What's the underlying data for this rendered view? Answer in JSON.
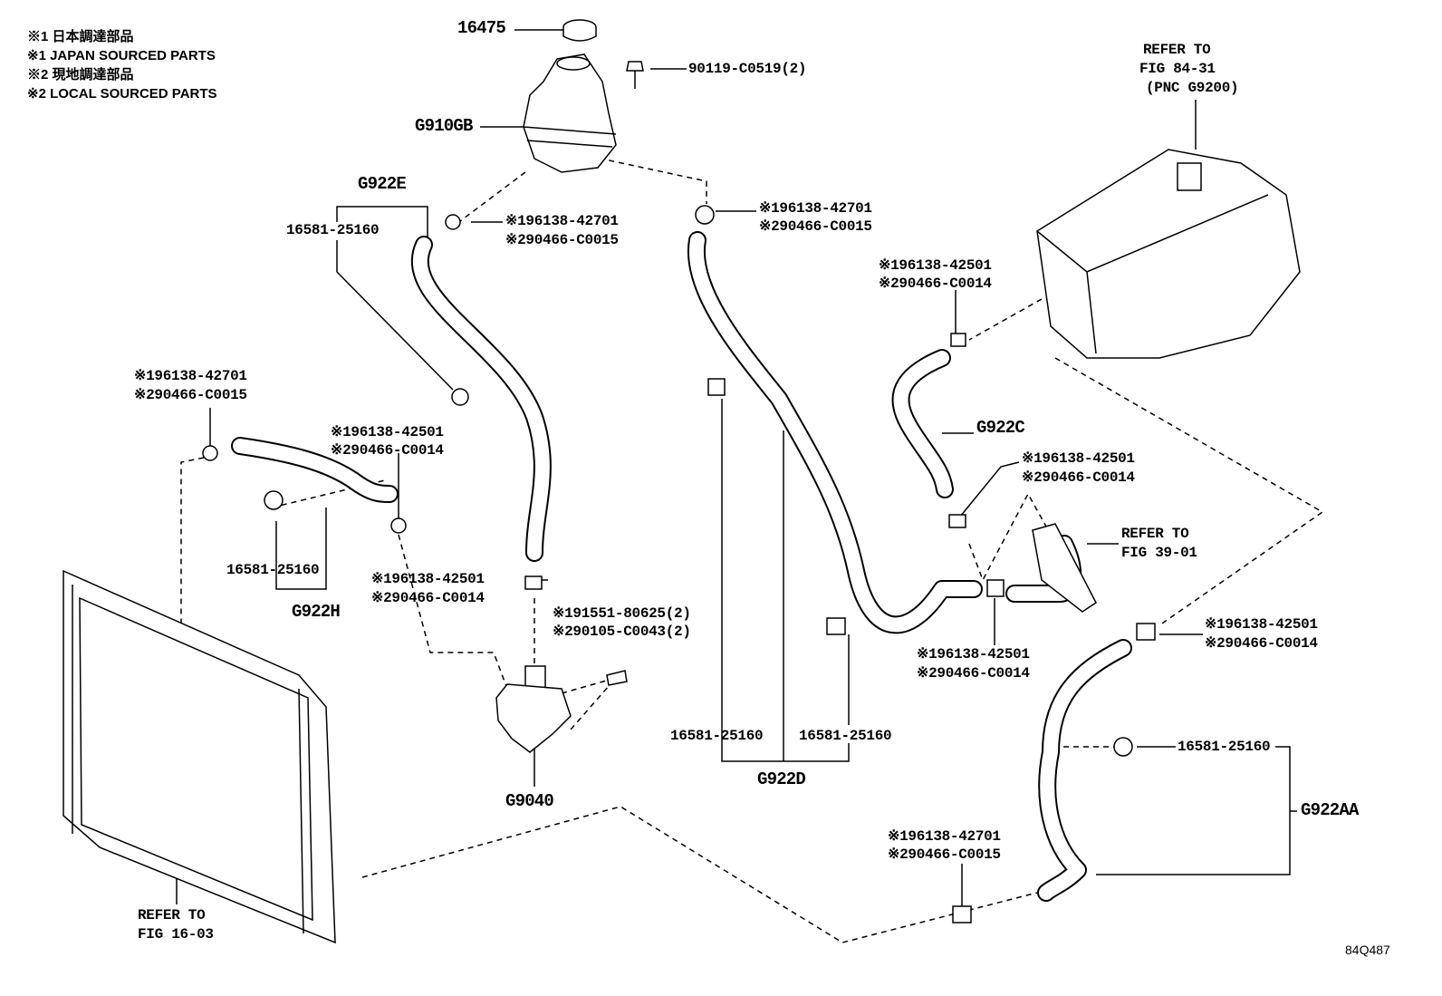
{
  "legend": [
    "※1 日本調達部品",
    "※1 JAPAN SOURCED PARTS",
    "※2 現地調達部品",
    "※2 LOCAL SOURCED PARTS"
  ],
  "figure_code": "84Q487",
  "labels": {
    "cap": "16475",
    "bolt_top": "90119-C0519(2)",
    "reservoir": "G910GB",
    "hose_e": "G922E",
    "clamp_e": "16581-25160",
    "clip_a1": "※196138-42701",
    "clip_a2": "※290466-C0015",
    "clip_b1": "※196138-42701",
    "clip_b2": "※290466-C0015",
    "refer_inv_1": "REFER TO",
    "refer_inv_2": "FIG 84-31",
    "refer_inv_3": "(PNC G9200)",
    "clip_c1": "※196138-42501",
    "clip_c2": "※290466-C0014",
    "clip_d1": "※196138-42701",
    "clip_d2": "※290466-C0015",
    "clip_e1": "※196138-42501",
    "clip_e2": "※290466-C0014",
    "hose_c": "G922C",
    "clip_f1": "※196138-42501",
    "clip_f2": "※290466-C0014",
    "refer_dc_1": "REFER TO",
    "refer_dc_2": "FIG 39-01",
    "clamp_h": "16581-25160",
    "clip_g1": "※196138-42501",
    "clip_g2": "※290466-C0014",
    "bolt_pump1": "※191551-80625(2)",
    "bolt_pump2": "※290105-C0043(2)",
    "hose_h": "G922H",
    "clip_h1": "※196138-42501",
    "clip_h2": "※290466-C0014",
    "clip_i1": "※196138-42501",
    "clip_i2": "※290466-C0014",
    "clamp_d1": "16581-25160",
    "clamp_d2": "16581-25160",
    "hose_d": "G922D",
    "clamp_aa": "16581-25160",
    "pump": "G9040",
    "hose_aa": "G922AA",
    "clip_j1": "※196138-42701",
    "clip_j2": "※290466-C0015",
    "refer_rad_1": "REFER TO",
    "refer_rad_2": "FIG 16-03"
  }
}
